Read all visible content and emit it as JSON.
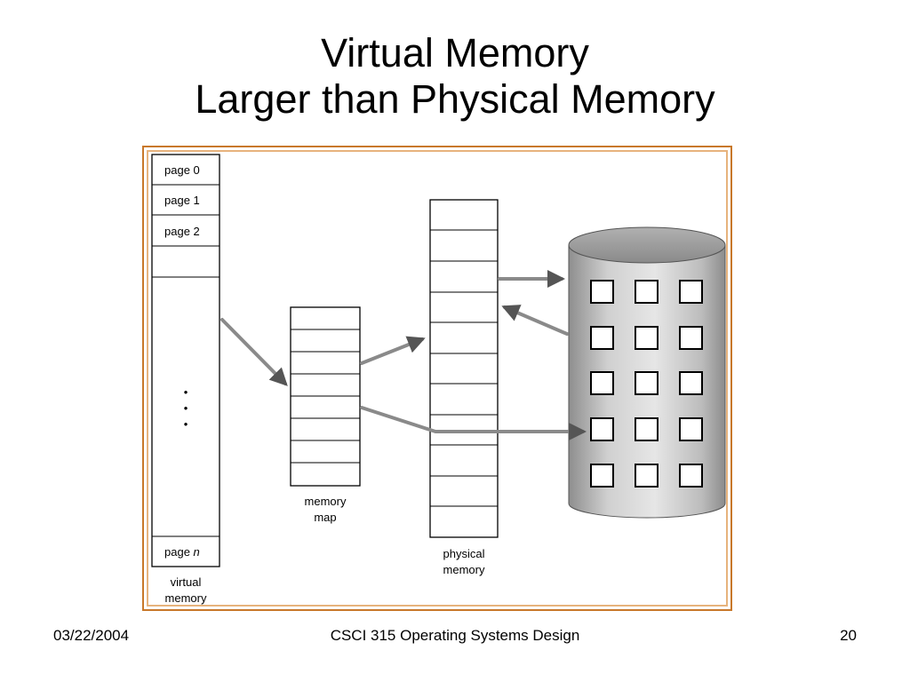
{
  "slide": {
    "title_line1": "Virtual Memory",
    "title_line2": "Larger than Physical Memory",
    "footer_date": "03/22/2004",
    "footer_course": "CSCI 315 Operating Systems Design",
    "footer_page": "20"
  },
  "diagram": {
    "virtual_memory": {
      "pages": [
        "page 0",
        "page 1",
        "page 2"
      ],
      "last_page_prefix": "page ",
      "last_page_var": "n",
      "ellipsis": "•",
      "label_line1": "virtual",
      "label_line2": "memory"
    },
    "memory_map": {
      "label_line1": "memory",
      "label_line2": "map"
    },
    "physical_memory": {
      "label_line1": "physical",
      "label_line2": "memory"
    },
    "colors": {
      "frame_border": "#c8782a",
      "frame_inner": "#e7b37d",
      "disk_body": "#c4c4c4",
      "arrow": "#888888"
    }
  }
}
